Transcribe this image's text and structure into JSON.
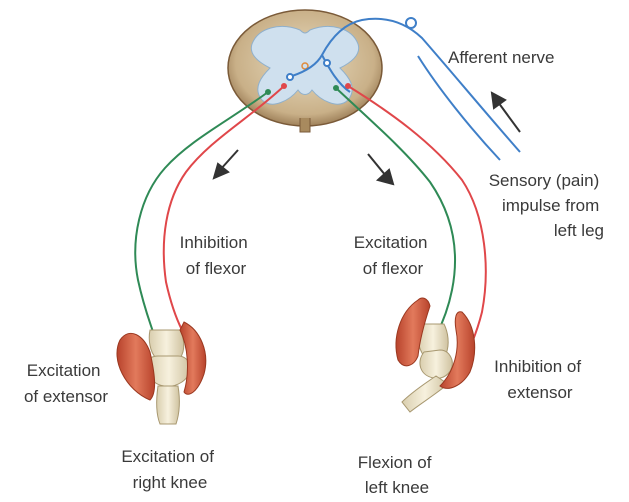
{
  "labels": {
    "afferent_nerve": "Afferent nerve",
    "sensory_impulse": [
      "Sensory (pain)",
      "impulse from",
      "left leg"
    ],
    "inhibition_flexor": [
      "Inhibition",
      "of flexor"
    ],
    "excitation_flexor": [
      "Excitation",
      "of flexor"
    ],
    "excitation_extensor": [
      "Excitation",
      "of extensor"
    ],
    "inhibition_extensor": [
      "Inhibition of",
      "extensor"
    ],
    "excitation_right_knee": [
      "Excitation of",
      "right knee"
    ],
    "flexion_left_knee": [
      "Flexion of",
      "left knee"
    ]
  },
  "colors": {
    "afferent": "#3f7fc8",
    "excitatory": "#2f8a56",
    "inhibitory": "#e0474a",
    "muscle": "#d9664a",
    "bone": "#efe6cc",
    "cord_outer": "#b39468",
    "grey_matter": "#c8dcec"
  }
}
